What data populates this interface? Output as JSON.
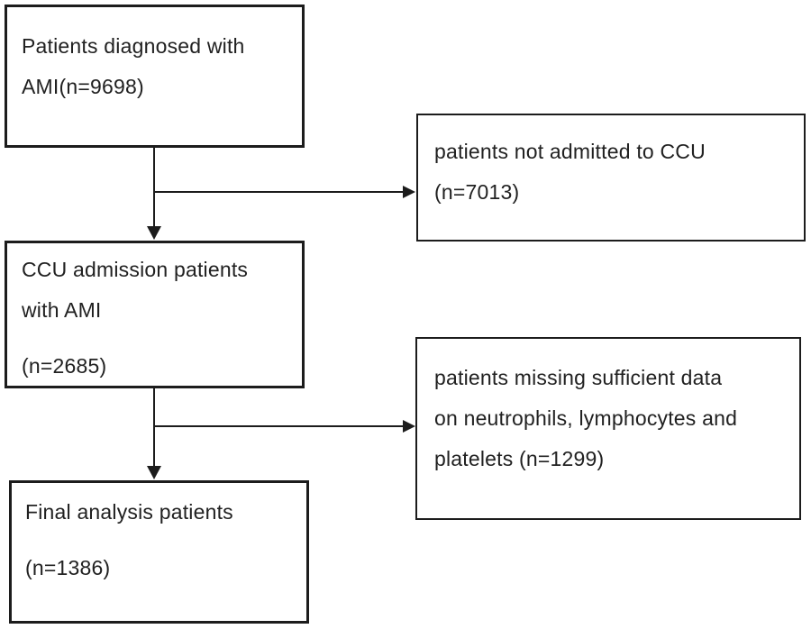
{
  "flowchart": {
    "nodes": {
      "diagnosed": {
        "lines": [
          "Patients diagnosed with",
          "AMI(n=9698)"
        ]
      },
      "not_admitted": {
        "lines": [
          "patients not admitted to CCU",
          "(n=7013)"
        ]
      },
      "ccu_admission": {
        "lines": [
          "CCU admission patients",
          "with AMI"
        ],
        "count": "(n=2685)"
      },
      "missing_data": {
        "lines": [
          "patients missing sufficient data",
          "on neutrophils, lymphocytes and",
          "platelets (n=1299)"
        ]
      },
      "final_analysis": {
        "lines": [
          "Final analysis patients"
        ],
        "count": "(n=1386)"
      }
    },
    "style": {
      "border_color": "#1c1c1c",
      "line_color": "#1c1c1c",
      "text_color": "#212121",
      "background": "#ffffff"
    }
  }
}
